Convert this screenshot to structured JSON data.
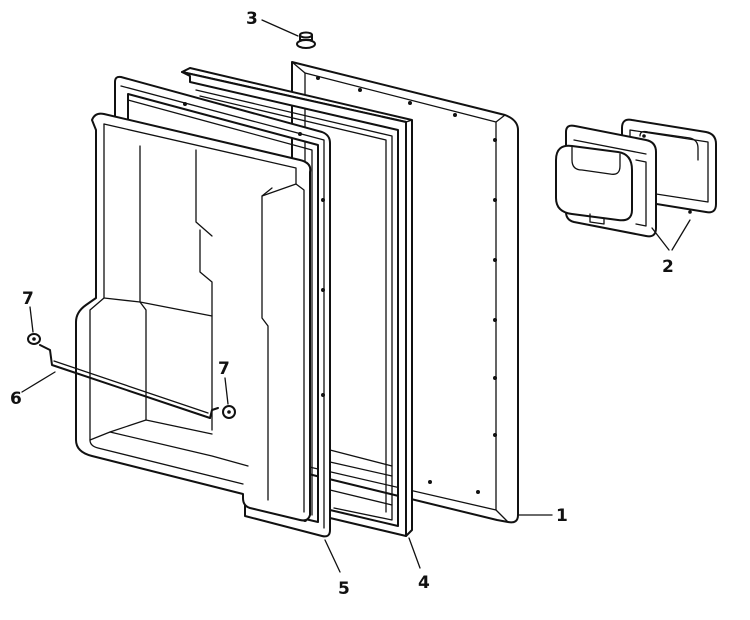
{
  "labels": {
    "part1": "1",
    "part2": "2",
    "part3": "3",
    "part4": "4",
    "part5": "5",
    "part6": "6",
    "part7a": "7",
    "part7b": "7"
  },
  "colors": {
    "line": "#111111",
    "background": "#ffffff"
  }
}
